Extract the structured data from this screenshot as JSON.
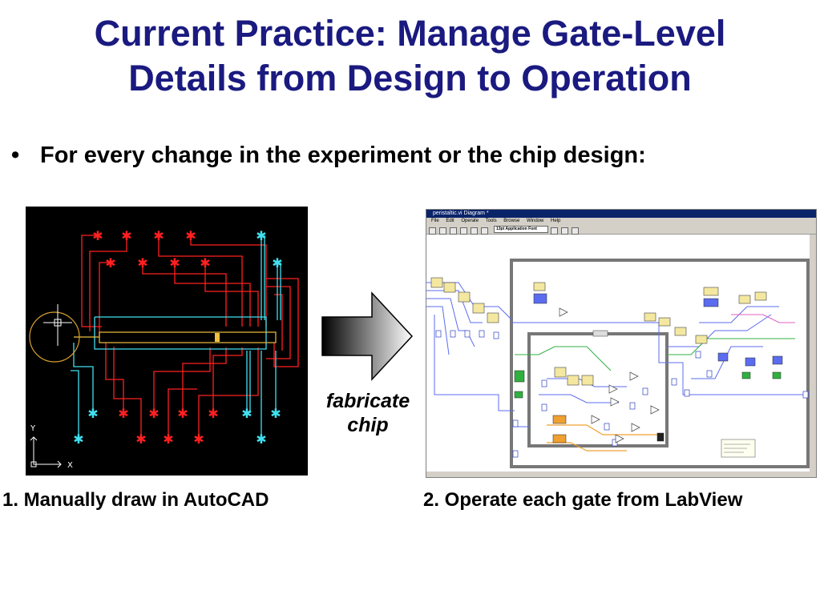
{
  "title": {
    "line1": "Current Practice:  Manage Gate-Level",
    "line2": "Details from Design to Operation"
  },
  "bullet": {
    "marker": "•",
    "text": "For every change in the experiment or the chip design:"
  },
  "autocad": {
    "axis_y": "Y",
    "axis_x": "X"
  },
  "arrow": {
    "label_line1": "fabricate",
    "label_line2": "chip"
  },
  "labview": {
    "window_title": "peristaltic.vi Diagram *",
    "menu": [
      "File",
      "Edit",
      "Operate",
      "Tools",
      "Browse",
      "Window",
      "Help"
    ],
    "toolbar_font": "13pt Application Font"
  },
  "captions": {
    "left": "1. Manually draw in AutoCAD",
    "right": "2. Operate each gate from LabView"
  },
  "colors": {
    "title": "#1a1a80",
    "cad_background": "#000000",
    "red_trace": "#ff2020",
    "cyan_trace": "#40e0f0"
  }
}
